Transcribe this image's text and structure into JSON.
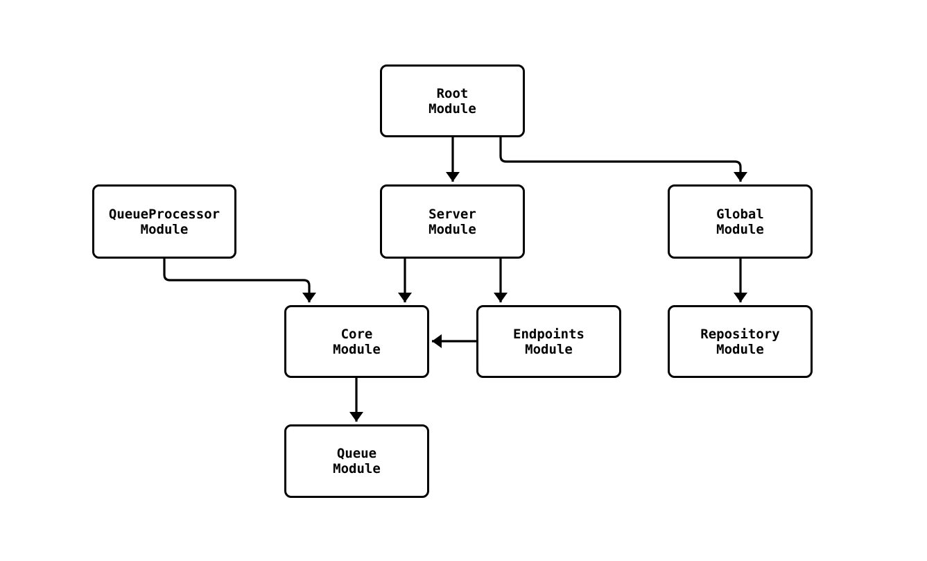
{
  "diagram": {
    "type": "flowchart",
    "direction": "top-down",
    "nodes": {
      "root": {
        "label": "Root\nModule"
      },
      "queue_processor": {
        "label": "QueueProcessor\nModule"
      },
      "server": {
        "label": "Server\nModule"
      },
      "global": {
        "label": "Global\nModule"
      },
      "core": {
        "label": "Core\nModule"
      },
      "endpoints": {
        "label": "Endpoints\nModule"
      },
      "repository": {
        "label": "Repository\nModule"
      },
      "queue": {
        "label": "Queue\nModule"
      }
    },
    "edges": [
      {
        "from": "root",
        "to": "server"
      },
      {
        "from": "root",
        "to": "global"
      },
      {
        "from": "queue_processor",
        "to": "core"
      },
      {
        "from": "server",
        "to": "core"
      },
      {
        "from": "server",
        "to": "endpoints"
      },
      {
        "from": "endpoints",
        "to": "core"
      },
      {
        "from": "global",
        "to": "repository"
      },
      {
        "from": "core",
        "to": "queue"
      }
    ],
    "colors": {
      "node_border": "#000000",
      "node_fill": "#ffffff",
      "edge": "#000000",
      "text": "#000000",
      "background": "#ffffff"
    }
  }
}
